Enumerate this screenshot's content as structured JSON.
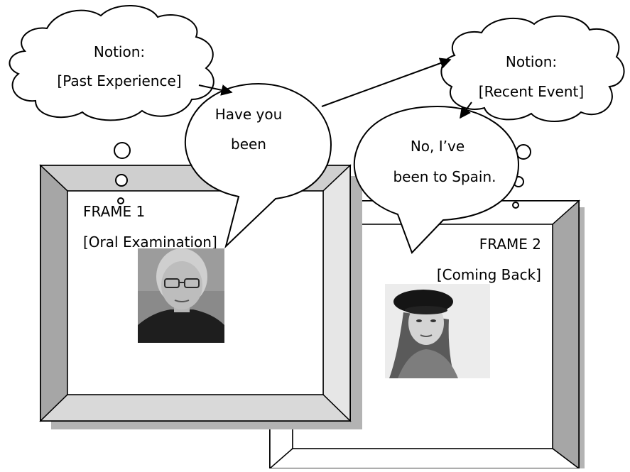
{
  "frames": [
    {
      "title": "FRAME 1",
      "subtitle": "[Oral Examination]",
      "photo": "older-man-with-glasses-portrait"
    },
    {
      "title": "FRAME 2",
      "subtitle": "[Coming Back]",
      "photo": "young-woman-in-beret-portrait"
    }
  ],
  "thought_clouds": [
    {
      "line1": "Notion:",
      "line2": "[Past Experience]"
    },
    {
      "line1": "Notion:",
      "line2": "[Recent Event]"
    }
  ],
  "speech_bubbles": [
    {
      "line1": "Have you",
      "line2": "been"
    },
    {
      "line1": "No, I’ve",
      "line2": "been to Spain."
    }
  ],
  "colors": {
    "frame_bevel_dark": "#a6a6a6",
    "frame_bevel_mid": "#cfcfcf",
    "frame_bevel_light": "#ffffff",
    "frame_shadow": "#b3b3b3",
    "outline": "#000000"
  }
}
